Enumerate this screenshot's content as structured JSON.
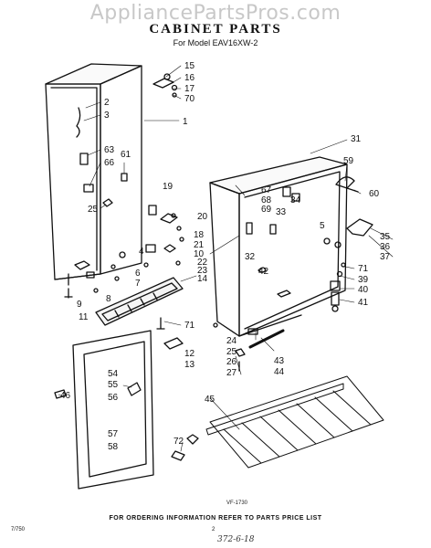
{
  "watermark": "AppliancePartsPros.com",
  "title": "CABINET PARTS",
  "subtitle": "For Model EAV16XW-2",
  "figure_code": "VF-1730",
  "footer": "FOR ORDERING INFORMATION REFER TO PARTS PRICE LIST",
  "page_code": "7/750",
  "page_number": "2",
  "handwritten_note": "372-6-18",
  "callouts": {
    "c1": "1",
    "c2": "2",
    "c3": "3",
    "c4": "4",
    "c5": "5",
    "c6": "6",
    "c7": "7",
    "c8": "8",
    "c9": "9",
    "c10": "10",
    "c11": "11",
    "c12": "12",
    "c13": "13",
    "c14": "14",
    "c15": "15",
    "c16": "16",
    "c17": "17",
    "c18": "18",
    "c19": "19",
    "c20": "20",
    "c21": "21",
    "c22": "22",
    "c23": "23",
    "c24": "24",
    "c25a": "25",
    "c25b": "25",
    "c26": "26",
    "c27": "27",
    "c31": "31",
    "c32": "32",
    "c33": "33",
    "c34": "34",
    "c35": "35",
    "c36": "36",
    "c37": "37",
    "c39": "39",
    "c40": "40",
    "c41": "41",
    "c42": "42",
    "c43": "43",
    "c44": "44",
    "c45": "45",
    "c46": "46",
    "c54": "54",
    "c55": "55",
    "c56": "56",
    "c57": "57",
    "c58": "58",
    "c59": "59",
    "c60": "60",
    "c61": "61",
    "c63": "63",
    "c66": "66",
    "c67": "67",
    "c68": "68",
    "c69": "69",
    "c70": "70",
    "c71a": "71",
    "c71b": "71",
    "c72": "72"
  }
}
